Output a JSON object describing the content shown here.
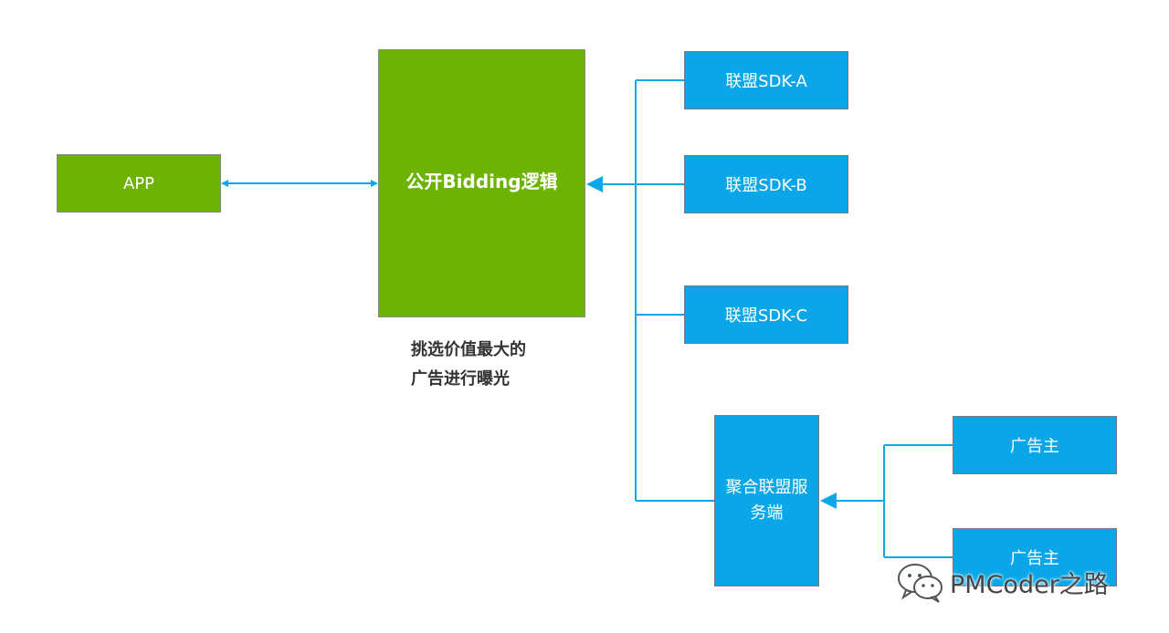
{
  "nodes": {
    "app": "APP",
    "bidding": "公开Bidding逻辑",
    "sdk_a": "联盟SDK-A",
    "sdk_b": "联盟SDK-B",
    "sdk_c": "联盟SDK-C",
    "server": "聚合联盟服务端",
    "advertiser_1": "广告主",
    "advertiser_2": "广告主"
  },
  "note": {
    "line1": "挑选价值最大的",
    "line2": "广告进行曝光"
  },
  "watermark": {
    "text": "PMCoder之路",
    "icon": "wechat-icon"
  },
  "colors": {
    "green_box": "#6db304",
    "blue_box": "#0aa6e8",
    "connector": "#0aa6e8"
  }
}
